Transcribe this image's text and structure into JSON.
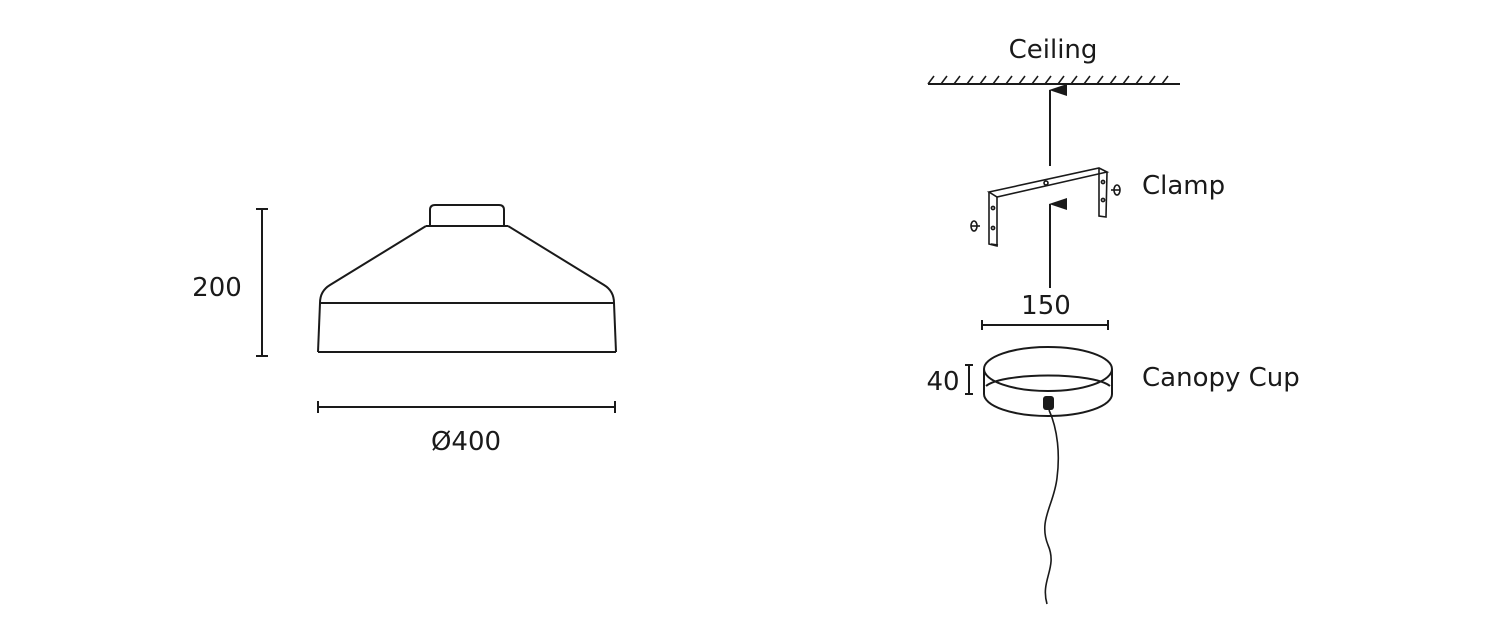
{
  "shade_view": {
    "height_dim": "200",
    "diameter_dim": "Ø400"
  },
  "installation_view": {
    "ceiling_label": "Ceiling",
    "clamp_label": "Clamp",
    "canopy_width_dim": "150",
    "canopy_height_dim": "40",
    "canopy_label": "Canopy Cup"
  },
  "colors": {
    "line": "#1a1a1a",
    "background": "#ffffff"
  }
}
